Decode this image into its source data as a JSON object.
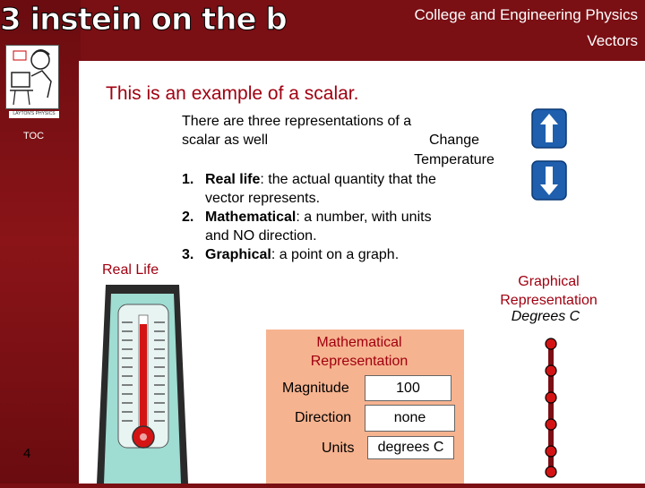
{
  "header": {
    "logo_text": "3 instein on the ",
    "logo_tail": "b",
    "course": "College and Engineering Physics",
    "topic": "Vectors"
  },
  "sidebar": {
    "toc_label": "TOC",
    "page_number": "4",
    "portrait_caption": "LAYTON'S PHYSICS"
  },
  "slide": {
    "title": "This is an example of a scalar.",
    "intro": "There are three representations of a scalar as well",
    "steps": [
      {
        "num": "1.",
        "bold": "Real life",
        "rest": ": the actual quantity that the vector represents."
      },
      {
        "num": "2.",
        "bold": "Mathematical",
        "rest": ": a number, with units and NO direction."
      },
      {
        "num": "3.",
        "bold": "Graphical",
        "rest": ": a point on a graph."
      }
    ],
    "change_label": "Change Temperature",
    "real_life_label": "Real Life",
    "graphical_label": "Graphical Representation",
    "graphical_units": "Degrees C",
    "math": {
      "title": "Mathematical Representation",
      "magnitude_label": "Magnitude",
      "magnitude_value": "100",
      "direction_label": "Direction",
      "direction_value": "none",
      "units_label": "Units",
      "units_value": "degrees C"
    }
  },
  "colors": {
    "background": "#7a0f14",
    "title_red": "#a00010",
    "math_panel": "#f6b38f",
    "arrow_blue": "#1f5fae",
    "point_red": "#d41414"
  },
  "icons": {
    "up": "arrow-up-icon",
    "down": "arrow-down-icon",
    "thermometer": "thermometer-icon"
  }
}
